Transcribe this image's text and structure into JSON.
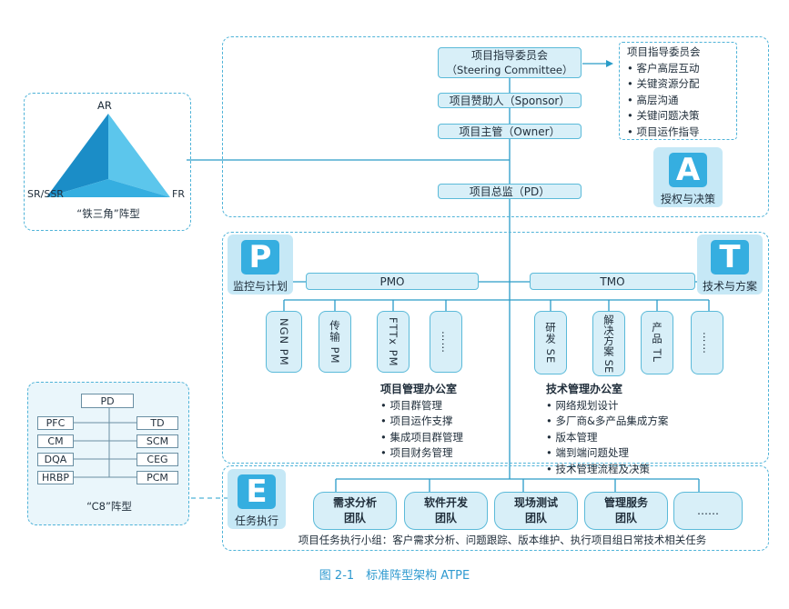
{
  "triangle": {
    "top": "AR",
    "left": "SR/SSR",
    "right": "FR",
    "caption": "“铁三角”阵型"
  },
  "steering": {
    "line1": "项目指导委员会",
    "line2": "（Steering Committee）"
  },
  "sponsor": "项目赞助人（Sponsor）",
  "owner": "项目主管（Owner）",
  "pd": "项目总监（PD）",
  "steering_list": {
    "title": "项目指导委员会",
    "items": [
      "客户高层互动",
      "关键资源分配",
      "高层沟通",
      "关键问题决策",
      "项目运作指导"
    ]
  },
  "badges": {
    "A": {
      "letter": "A",
      "label": "授权与决策"
    },
    "P": {
      "letter": "P",
      "label": "监控与计划"
    },
    "T": {
      "letter": "T",
      "label": "技术与方案"
    },
    "E": {
      "letter": "E",
      "label": "任务执行"
    }
  },
  "pmo": "PMO",
  "tmo": "TMO",
  "pmo_units": [
    "NGN PM",
    "传输 PM",
    "FTTx PM",
    "……"
  ],
  "tmo_units": [
    "研发 SE",
    "解决方案 SE",
    "产品 TL",
    "……"
  ],
  "pmo_office": {
    "title": "项目管理办公室",
    "items": [
      "项目群管理",
      "项目运作支撑",
      "集成项目群管理",
      "项目财务管理"
    ]
  },
  "tmo_office": {
    "title": "技术管理办公室",
    "items": [
      "网络规划设计",
      "多厂商&多产品集成方案",
      "版本管理",
      "端到端问题处理",
      "技术管理流程及决策"
    ]
  },
  "teams": [
    {
      "l1": "需求分析",
      "l2": "团队"
    },
    {
      "l1": "软件开发",
      "l2": "团队"
    },
    {
      "l1": "现场测试",
      "l2": "团队"
    },
    {
      "l1": "管理服务",
      "l2": "团队"
    },
    {
      "l1": "……",
      "l2": ""
    }
  ],
  "task_note": "项目任务执行小组：客户需求分析、问题跟踪、版本维护、执行项目组日常技术相关任务",
  "c8": {
    "pd": "PD",
    "left": [
      "PFC",
      "CM",
      "DQA",
      "HRBP"
    ],
    "right": [
      "TD",
      "SCM",
      "CEG",
      "PCM"
    ],
    "caption": "“C8”阵型"
  },
  "figure_caption": "图 2-1　标准阵型架构 ATPE",
  "colors": {
    "accent": "#35aee0",
    "box_fill": "#d8eff8",
    "border": "#5bbad9",
    "caption": "#2f9ad0"
  }
}
